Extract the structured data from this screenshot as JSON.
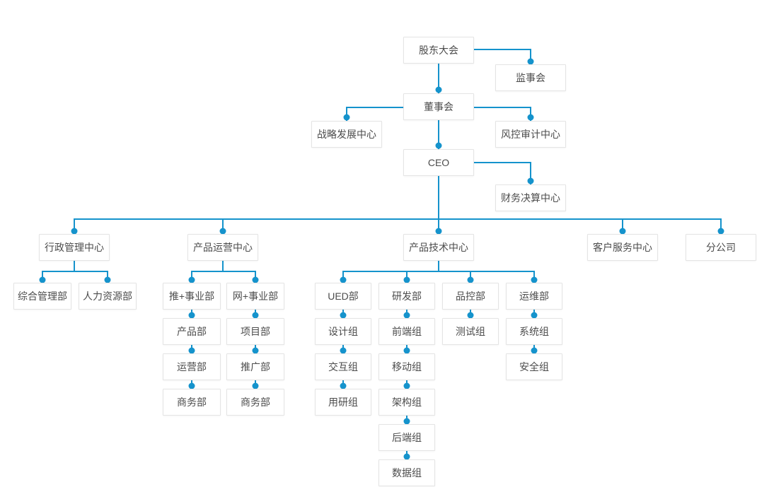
{
  "colors": {
    "line": "#1593cc",
    "node_border": "#e4e4e4",
    "node_text": "#4c4c4c",
    "node_bg": "#ffffff",
    "canvas_bg": "#ffffff"
  },
  "nodes": {
    "shareholders": "股东大会",
    "supervisory": "监事会",
    "board": "董事会",
    "strategy": "战略发展中心",
    "risk_audit": "风控审计中心",
    "ceo": "CEO",
    "finance": "财务决算中心",
    "admin_center": "行政管理中心",
    "ops_center": "产品运营中心",
    "tech_center": "产品技术中心",
    "service_center": "客户服务中心",
    "branch": "分公司",
    "general_admin": "综合管理部",
    "hr": "人力资源部",
    "tui_division": "推+事业部",
    "wang_division": "网+事业部",
    "product_dept": "产品部",
    "project_dept": "项目部",
    "operation_dept": "运营部",
    "promotion_dept": "推广部",
    "biz_dept_tui": "商务部",
    "biz_dept_wang": "商务部",
    "ued_dept": "UED部",
    "rd_dept": "研发部",
    "qc_dept": "品控部",
    "devops_dept": "运维部",
    "design_group": "设计组",
    "interaction_group": "交互组",
    "research_group": "用研组",
    "frontend_group": "前端组",
    "mobile_group": "移动组",
    "arch_group": "架构组",
    "backend_group": "后端组",
    "data_group": "数据组",
    "test_group": "测试组",
    "system_group": "系统组",
    "security_group": "安全组"
  },
  "hierarchy": {
    "股东大会": [
      "监事会",
      "董事会"
    ],
    "董事会": [
      "战略发展中心",
      "风控审计中心",
      "CEO"
    ],
    "CEO": [
      "财务决算中心",
      "行政管理中心",
      "产品运营中心",
      "产品技术中心",
      "客户服务中心",
      "分公司"
    ],
    "行政管理中心": [
      "综合管理部",
      "人力资源部"
    ],
    "产品运营中心": [
      "推+事业部",
      "网+事业部"
    ],
    "推+事业部": [
      "产品部",
      "运营部",
      "商务部"
    ],
    "网+事业部": [
      "项目部",
      "推广部",
      "商务部"
    ],
    "产品技术中心": [
      "UED部",
      "研发部",
      "品控部",
      "运维部"
    ],
    "UED部": [
      "设计组",
      "交互组",
      "用研组"
    ],
    "研发部": [
      "前端组",
      "移动组",
      "架构组",
      "后端组",
      "数据组"
    ],
    "品控部": [
      "测试组"
    ],
    "运维部": [
      "系统组",
      "安全组"
    ]
  }
}
